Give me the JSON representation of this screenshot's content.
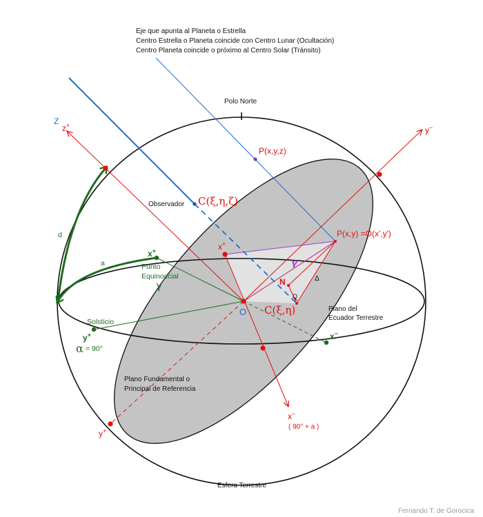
{
  "header": {
    "line1": "Eje que apunta al Planeta o Estrella",
    "line2": "Centro Estrella o Planeta coincide con Centro Lunar (Ocultación)",
    "line3": "Centro Planeta coincide o próximo al Centro Solar (Tránsito)"
  },
  "labels": {
    "polo_norte": "Polo Norte",
    "z_axis": "Z",
    "z_plus": "z",
    "z_plus_sup": "+",
    "y_minus": "y",
    "y_minus_sup": "−",
    "p_xyz": "P(x,y,z)",
    "observador": "Observador",
    "c_xi_eta_zeta": "C(ξ,η,ζ)",
    "x_plus_red": "x",
    "x_plus_red_sup": "+",
    "p_xy": "P(x,y) =O(x',y')",
    "d": "d",
    "a": "a",
    "x_plus_green": "x",
    "x_plus_green_sup": "+",
    "punto_line1": "Punto",
    "punto_line2": "Equinoccial",
    "gamma_green": "γ",
    "gamma_purple": "γ",
    "n": "N",
    "delta": "Δ",
    "q": "Q",
    "o": "O",
    "c_xi_eta": "C(ξ,η)",
    "plano_ecuador_line1": "Plano del",
    "plano_ecuador_line2": "Ecuador Terrestre",
    "solsticio": "Solsticio",
    "y_plus_green": "y",
    "y_plus_green_sup": "+",
    "alpha": "α",
    "alpha_value": "= 90°",
    "x_minus_green": "x",
    "x_minus_green_sup": "−",
    "plano_fund_line1": "Plano Fundamental o",
    "plano_fund_line2": "Principal de Referencia",
    "x_minus_red": "x",
    "x_minus_red_sup": "−",
    "ninety_plus_a": "( 90° + a )",
    "y_plus_red": "y",
    "y_plus_red_sup": "+",
    "esfera": "Esfera Terrestre",
    "credit": "Fernando T. de Gorocica"
  },
  "colors": {
    "axis_red": "#e01010",
    "ray_blue": "#1a6fd6",
    "equator_green": "#1e6b1e",
    "gamma_purple": "#a040c0",
    "plane_fill": "#c4c4c4",
    "plane_fill_back": "#dcdcdc",
    "outline": "#111111"
  }
}
